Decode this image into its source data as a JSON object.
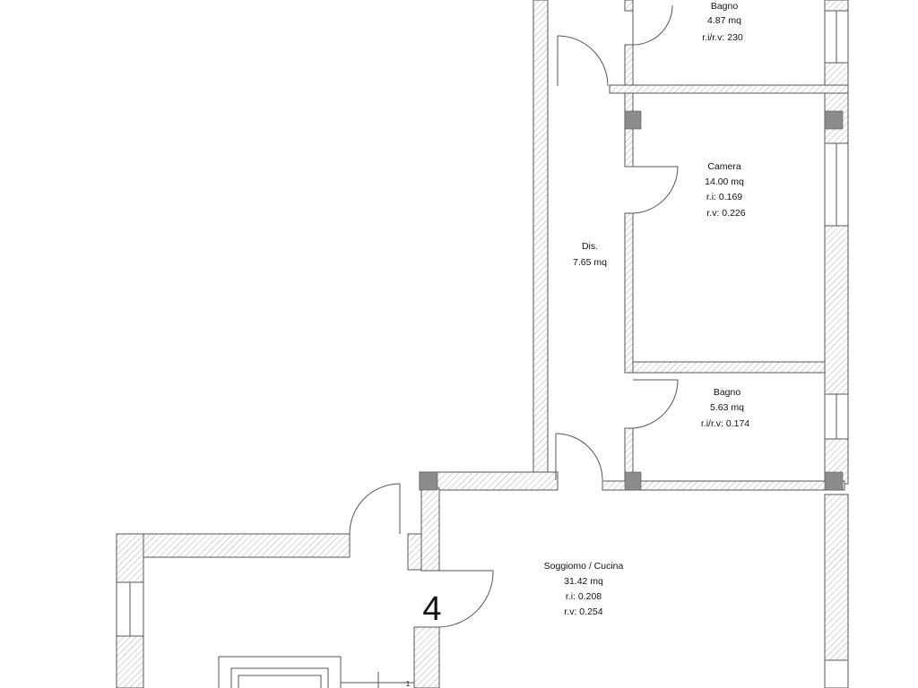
{
  "rooms": {
    "bagno_top": {
      "name": "Bagno",
      "area": "4.87 mq",
      "ratio": "r.i/r.v: 230"
    },
    "camera": {
      "name": "Camera",
      "area": "14.00 mq",
      "ri": "r.i: 0.169",
      "rv": "r.v: 0.226"
    },
    "dis": {
      "name": "Dis.",
      "area": "7.65 mq"
    },
    "bagno_mid": {
      "name": "Bagno",
      "area": "5.63 mq",
      "ratio": "r.i/r.v: 0.174"
    },
    "soggiorno": {
      "name": "Soggiomo / Cucina",
      "area": "31.42 mq",
      "ri": "r.i: 0.208",
      "rv": "r.v: 0.254"
    }
  },
  "unit_number": "4",
  "stair_mark": "1",
  "colors": {
    "wall_line": "#555555",
    "hatch": "#9a9a9a",
    "pillar": "#8c8c8c",
    "text": "#111111"
  }
}
